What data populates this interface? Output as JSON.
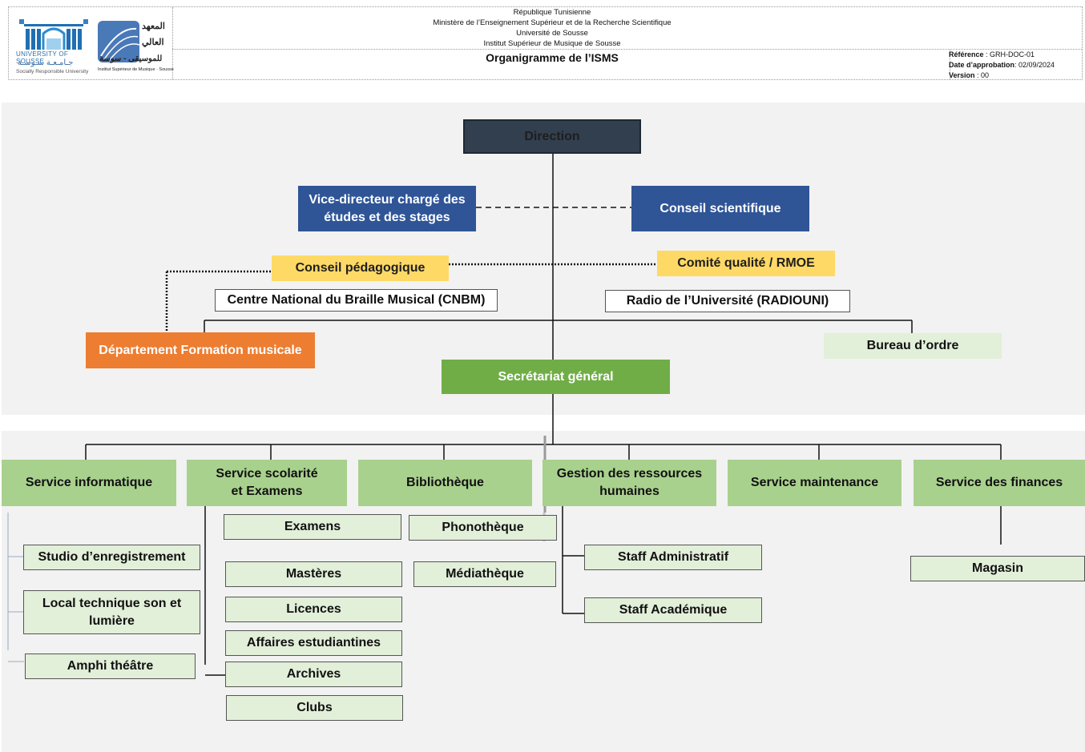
{
  "header": {
    "lines": [
      "République Tunisienne",
      "Ministère de l’Enseignement Supérieur et de la Recherche Scientifique",
      "Université de Sousse",
      "Institut Supérieur de Musique de Sousse"
    ],
    "title": "Organigramme de l’ISMS",
    "reference_label": "Référence",
    "reference_value": " : GRH-DOC-01",
    "approval_label": "Date d’approbation",
    "approval_value": ": 02/09/2024",
    "version_label": "Version",
    "version_value": " : 00"
  },
  "logos": {
    "university_name": "UNIVERSITY OF SOUSSE",
    "university_arabic": "جـامـعـة سـوسـة",
    "university_tagline": "Socially Responsible University",
    "institute_arabic_1": "المعهد",
    "institute_arabic_2": "العالي",
    "institute_arabic_3": "للموسيقى - سوسة",
    "institute_name": "Institut Supérieur de Musique · Sousse"
  },
  "org": {
    "direction": "Direction",
    "vice_director": "Vice-directeur chargé des études et des stages",
    "conseil_scientifique": "Conseil scientifique",
    "conseil_pedagogique": "Conseil pédagogique",
    "comite_qualite": "Comité qualité / RMOE",
    "cnbm": "Centre National du Braille Musical (CNBM)",
    "radiouni": "Radio de l’Université (RADIOUNI)",
    "departement": "Département Formation musicale",
    "bureau": "Bureau d’ordre",
    "secretariat": "Secrétariat général",
    "services": {
      "informatique": "Service informatique",
      "scolarite": "Service scolarité et Examens",
      "bibliotheque": "Bibliothèque",
      "grh": "Gestion des ressources humaines",
      "maintenance": "Service maintenance",
      "finances": "Service des finances"
    },
    "informatique_sub": [
      "Studio d’enregistrement",
      "Local technique son et lumière",
      "Amphi théâtre"
    ],
    "scolarite_sub": [
      "Examens",
      "Mastères",
      "Licences",
      "Affaires estudiantines",
      "Archives",
      "Clubs"
    ],
    "bibliotheque_sub": [
      "Phonothèque",
      "Médiathèque"
    ],
    "grh_sub": [
      "Staff Administratif",
      "Staff Académique"
    ],
    "finances_sub": [
      "Magasin"
    ]
  },
  "colors": {
    "navy": "#323f4f",
    "blue": "#2f5597",
    "yellow": "#ffd966",
    "orange": "#ed7d31",
    "green_dark": "#70ad47",
    "green_mid": "#a9d18e",
    "green_light": "#e2efd9"
  }
}
